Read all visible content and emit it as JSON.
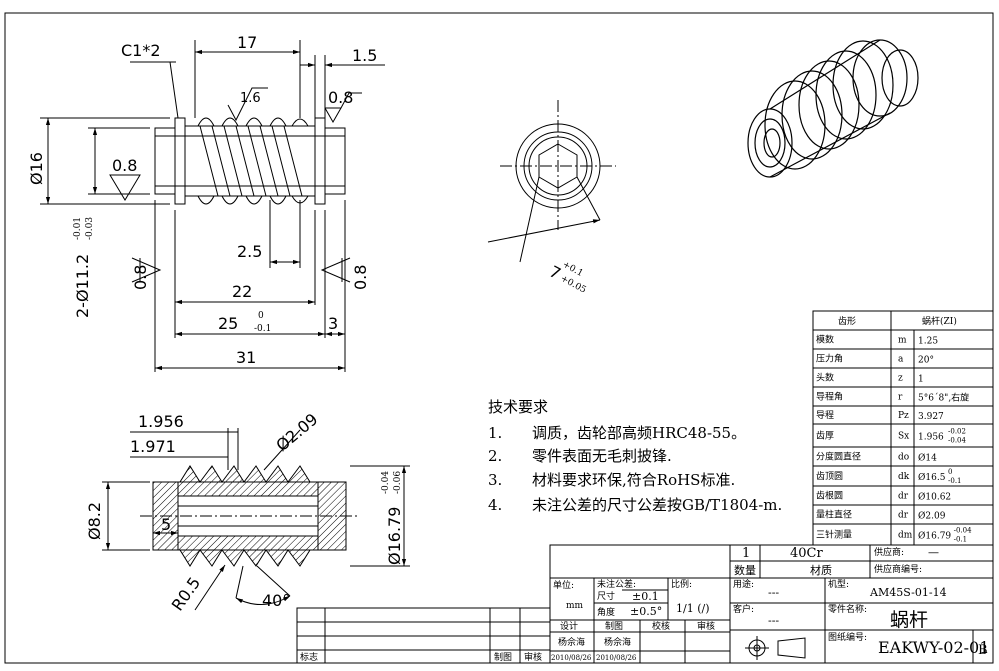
{
  "front_view": {
    "chamfer": "C1*2",
    "dim_17": "17",
    "dim_1_5": "1.5",
    "rough_1_6": "1.6",
    "rough_0_8_a": "0.8",
    "rough_0_8_b": "0.8",
    "rough_0_8_c": "0.8",
    "rough_0_8_d": "0.8",
    "dia_16": "Ø16",
    "dia_11_2": "2-Ø11.2",
    "dia_11_2_up": "-0.01",
    "dia_11_2_lo": "-0.03",
    "dim_2_5": "2.5",
    "dim_22": "22",
    "dim_25": "25",
    "dim_25_up": "0",
    "dim_25_lo": "-0.1",
    "dim_3": "3",
    "dim_31": "31"
  },
  "end_view": {
    "hex": "7",
    "hex_up": "+0.1",
    "hex_lo": "+0.05"
  },
  "section_view": {
    "dim_1_956": "1.956",
    "dim_1_971": "1.971",
    "dia_2_09": "Ø2.09",
    "dia_8_2": "Ø8.2",
    "dim_5": "5",
    "dia_16_79": "Ø16.79",
    "dia_16_79_up": "-0.04",
    "dia_16_79_lo": "-0.06",
    "r_0_5": "R0.5",
    "angle_40": "40°"
  },
  "tech_req": {
    "title": "技术要求",
    "items": [
      {
        "no": "1.",
        "text": "调质，齿轮部高频HRC48-55。"
      },
      {
        "no": "2.",
        "text": "零件表面无毛刺披锋."
      },
      {
        "no": "3.",
        "text": "材料要求环保,符合RoHS标准."
      },
      {
        "no": "4.",
        "text": "未注公差的尺寸公差按GB/T1804-m."
      }
    ]
  },
  "param_table": {
    "header_l": "齿形",
    "header_r": "蜗杆(ZI)",
    "rows": [
      {
        "name": "模数",
        "sym": "m",
        "val": "1.25"
      },
      {
        "name": "压力角",
        "sym": "a",
        "val": "20°"
      },
      {
        "name": "头数",
        "sym": "z",
        "val": "1"
      },
      {
        "name": "导程角",
        "sym": "r",
        "val": "5°6´8\",右旋"
      },
      {
        "name": "导程",
        "sym": "Pz",
        "val": "3.927"
      },
      {
        "name": "齿厚",
        "sym": "Sx",
        "val": "1.956",
        "up": "-0.02",
        "lo": "-0.04"
      },
      {
        "name": "分度圆直径",
        "sym": "do",
        "val": "Ø14"
      },
      {
        "name": "齿顶圆",
        "sym": "dk",
        "val": "Ø16.5",
        "up": "0",
        "lo": "-0.1"
      },
      {
        "name": "齿根圆",
        "sym": "dr",
        "val": "Ø10.62"
      },
      {
        "name": "量柱直径",
        "sym": "dr",
        "val": "Ø2.09"
      },
      {
        "name": "三针测量",
        "sym": "dm",
        "val": "Ø16.79",
        "up": "-0.04",
        "lo": "-0.1"
      }
    ]
  },
  "title_block": {
    "qty_val": "1",
    "material_val": "40Cr",
    "qty_label": "数量",
    "material_label": "材质",
    "supplier_label": "供应商:",
    "supplier_val": "—",
    "supplier_no_label": "供应商编号:",
    "unit_label": "单位:",
    "unit_val": "mm",
    "tol_label": "未注公差:",
    "size_label": "尺寸",
    "size_val": "±0.1",
    "angle_label": "角度",
    "angle_val": "±0.5°",
    "scale_label": "比例:",
    "scale_val": "1/1 (/)",
    "use_label": "用途:",
    "use_val": "---",
    "model_label": "机型:",
    "model_val": "AM45S-01-14",
    "customer_label": "客户:",
    "customer_val": "---",
    "part_name_label": "零件名称:",
    "part_name_val": "蜗杆",
    "design_label": "设计",
    "draw_label": "制图",
    "check_label": "校核",
    "approve_label": "审核",
    "designer": "杨佘海",
    "drafter": "杨佘海",
    "date_a": "2010/08/26",
    "date_b": "2010/08/26",
    "drawing_no_label": "图纸编号:",
    "drawing_no": "EAKWY-02-01",
    "rev": "B",
    "mark_label": "标志",
    "rev_draw_label": "制图",
    "rev_check_label": "审核"
  }
}
